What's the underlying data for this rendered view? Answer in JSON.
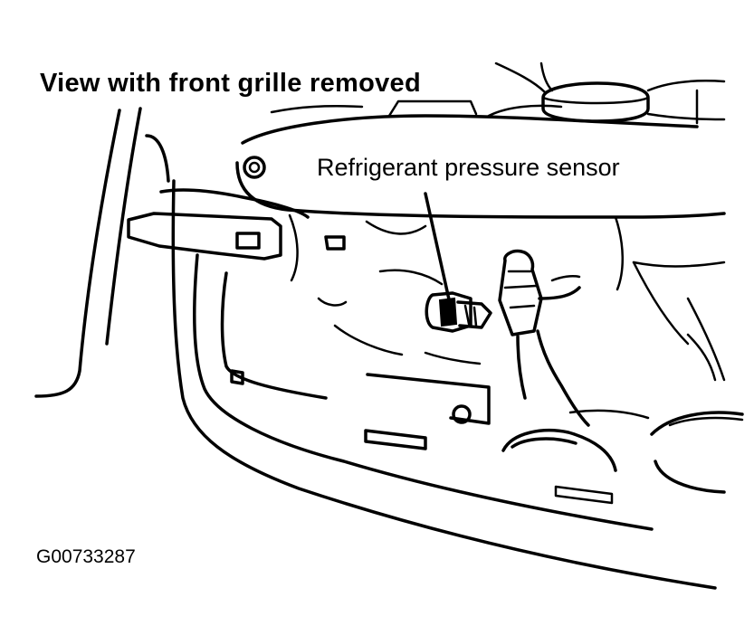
{
  "diagram": {
    "title": "View with front grille removed",
    "callout_label": "Refrigerant pressure sensor",
    "figure_id": "G00733287"
  }
}
